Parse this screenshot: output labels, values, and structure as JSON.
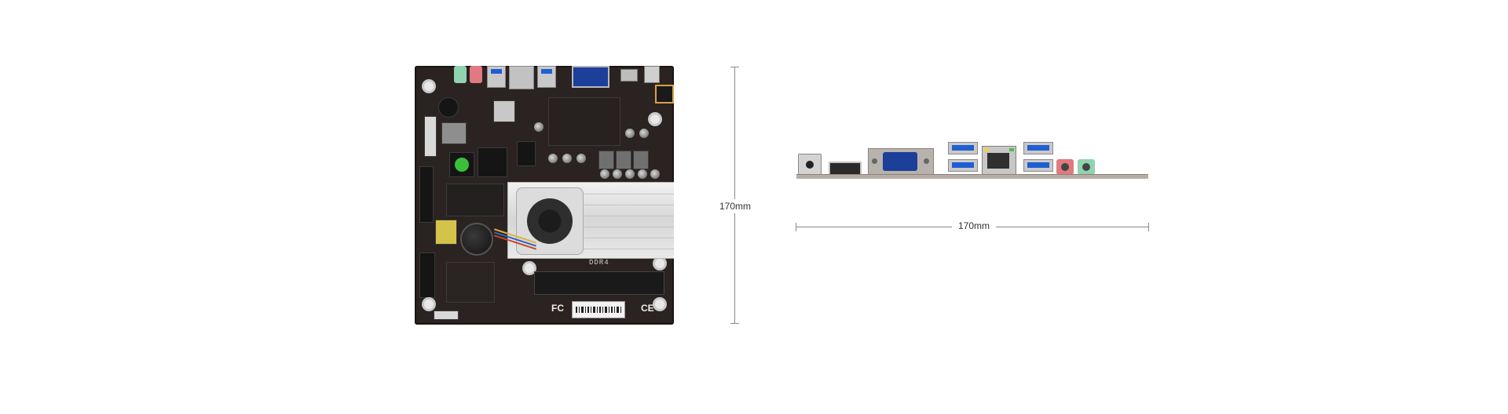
{
  "dimensions": {
    "height_label": "170mm",
    "width_label": "170mm"
  },
  "board": {
    "memory_slot_label": "DDR4",
    "certification_marks": [
      "FC",
      "CE"
    ]
  },
  "icons": {
    "top_view": "motherboard-top-view-icon",
    "io_view": "io-panel-side-view-icon"
  },
  "colors": {
    "pcb": "#2b2321",
    "usb3_blue": "#1f5fd1",
    "vga_blue": "#1c3f9a",
    "audio_pink": "#e07a80",
    "audio_green": "#8fd3b0",
    "dimension_line": "#8a8a8a"
  }
}
